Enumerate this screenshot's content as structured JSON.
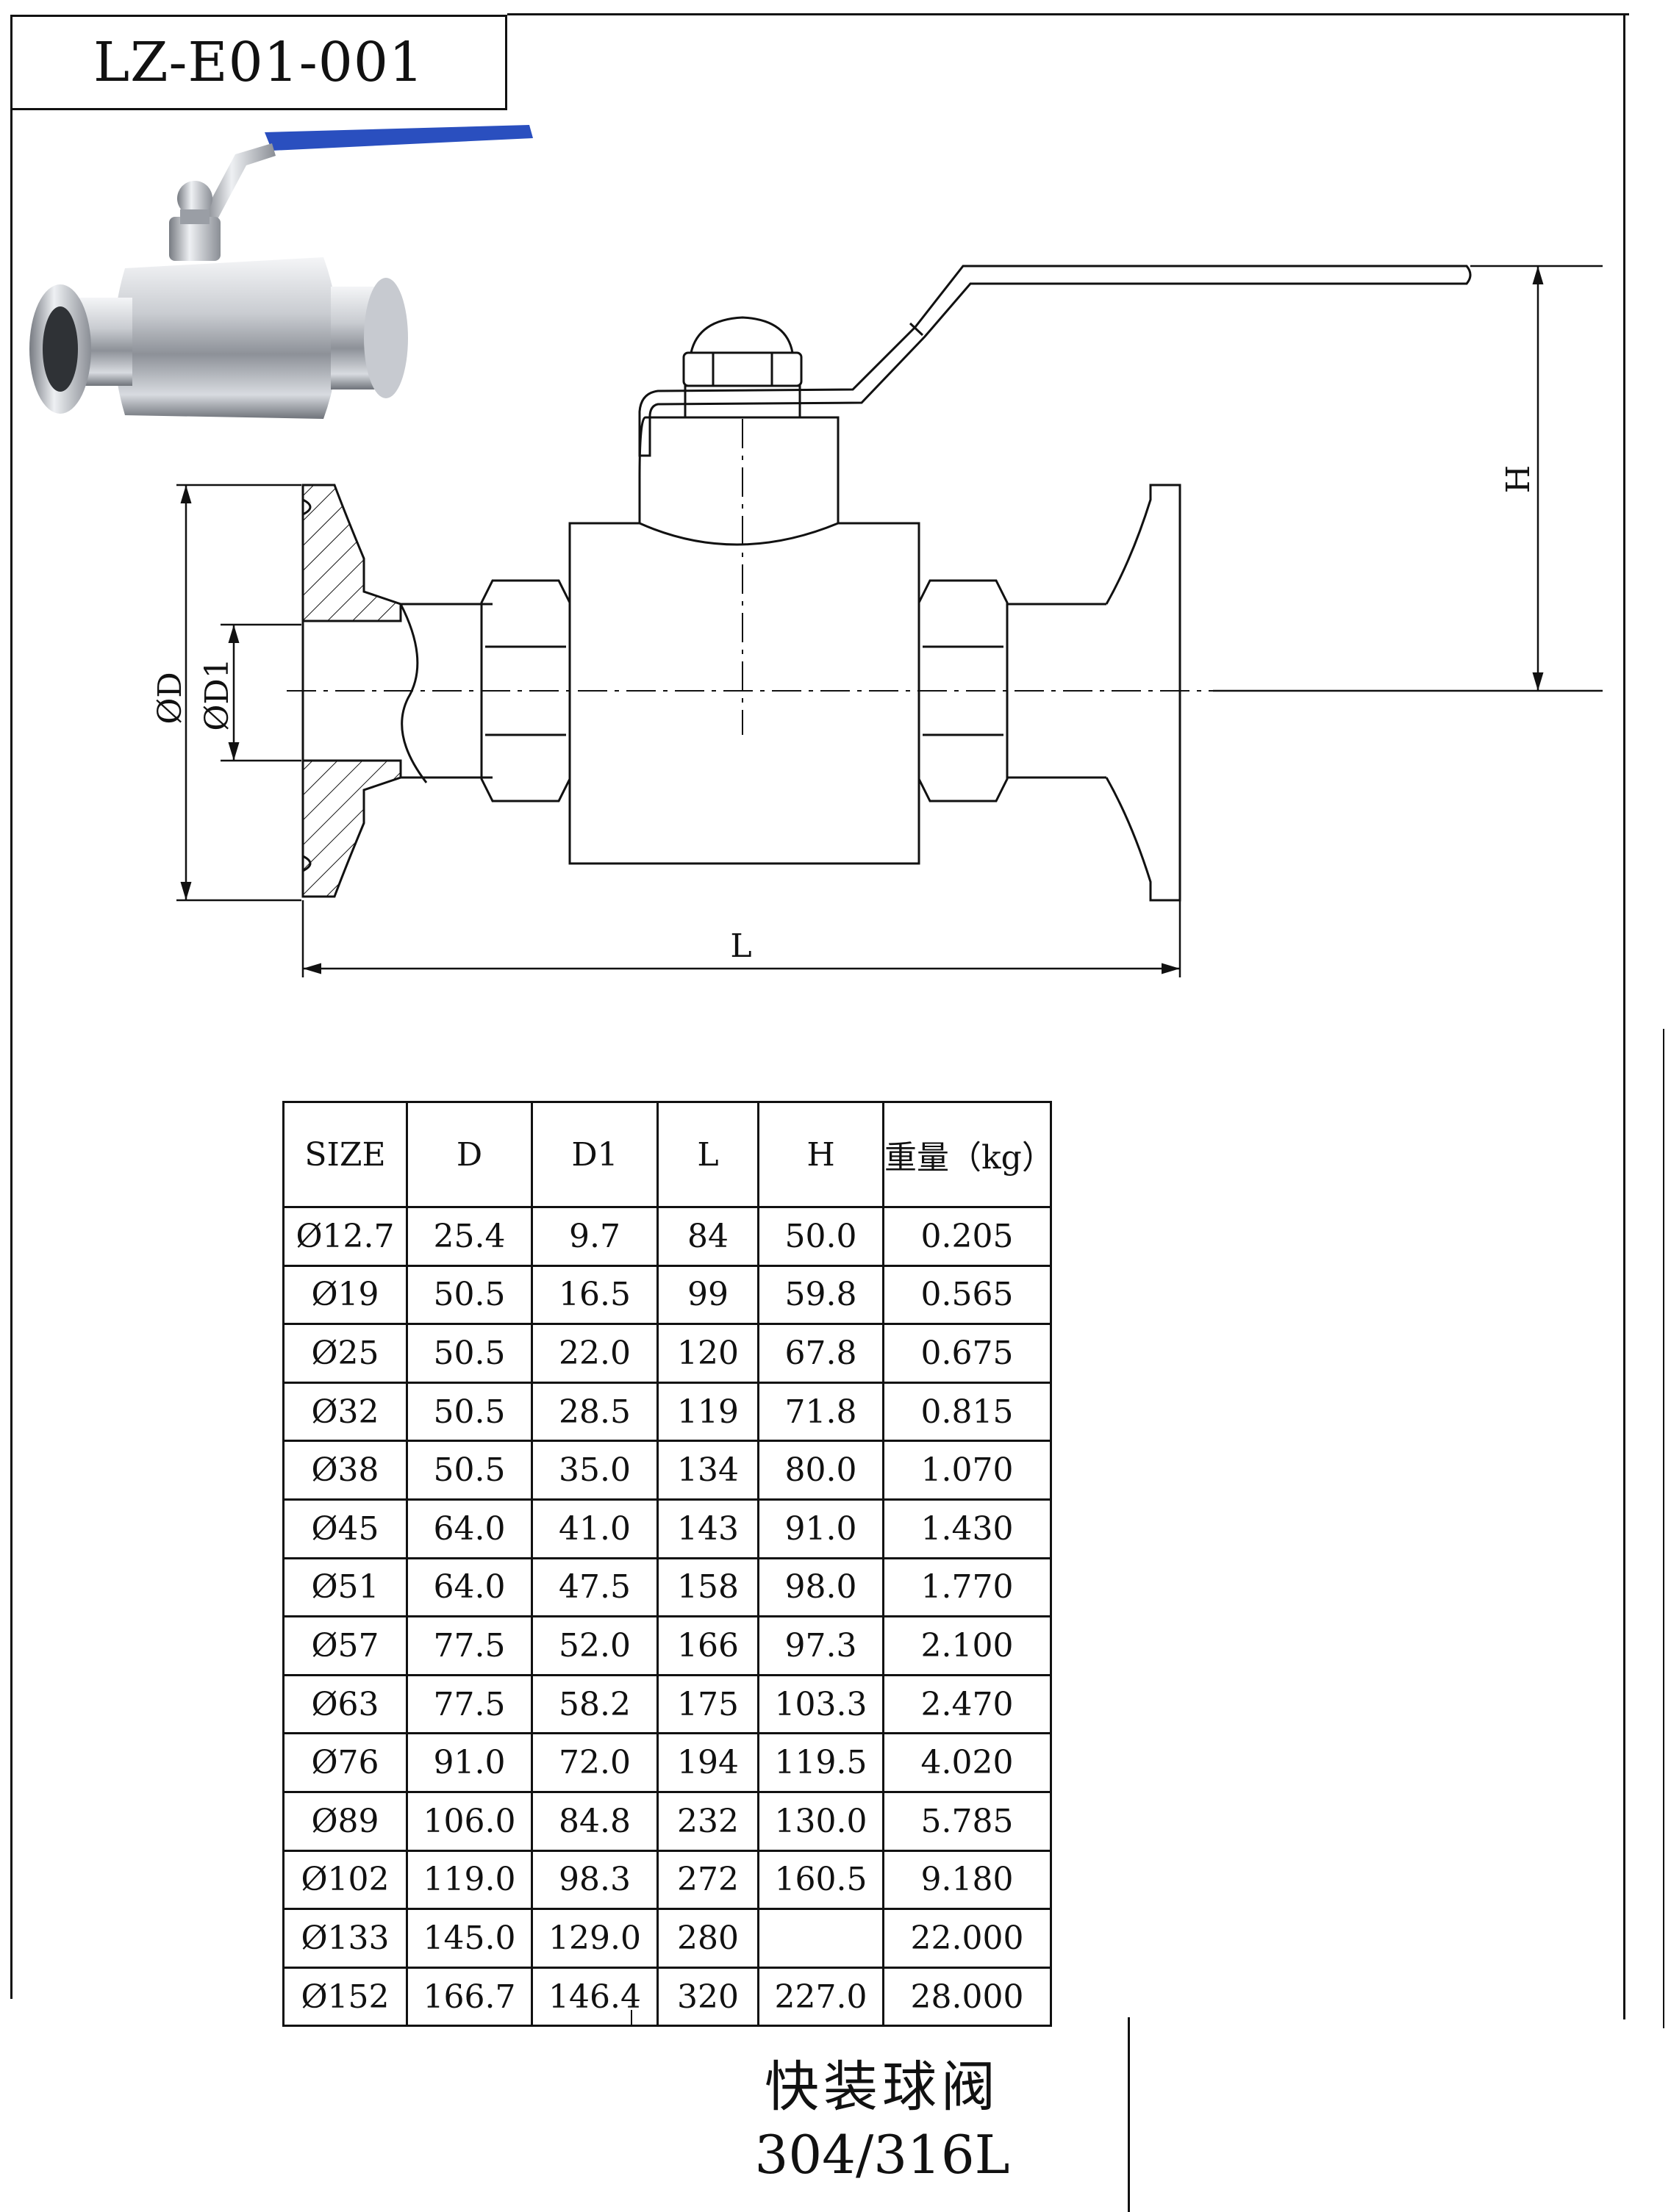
{
  "header": {
    "model_code": "LZ-E01-001"
  },
  "drawing": {
    "dimension_labels": {
      "d": "ØD",
      "d1": "ØD1",
      "l": "L",
      "h": "H"
    }
  },
  "table": {
    "headers": [
      "SIZE",
      "D",
      "D1",
      "L",
      "H",
      "重量（kg）"
    ],
    "rows": [
      [
        "Ø12.7",
        "25.4",
        "9.7",
        "84",
        "50.0",
        "0.205"
      ],
      [
        "Ø19",
        "50.5",
        "16.5",
        "99",
        "59.8",
        "0.565"
      ],
      [
        "Ø25",
        "50.5",
        "22.0",
        "120",
        "67.8",
        "0.675"
      ],
      [
        "Ø32",
        "50.5",
        "28.5",
        "119",
        "71.8",
        "0.815"
      ],
      [
        "Ø38",
        "50.5",
        "35.0",
        "134",
        "80.0",
        "1.070"
      ],
      [
        "Ø45",
        "64.0",
        "41.0",
        "143",
        "91.0",
        "1.430"
      ],
      [
        "Ø51",
        "64.0",
        "47.5",
        "158",
        "98.0",
        "1.770"
      ],
      [
        "Ø57",
        "77.5",
        "52.0",
        "166",
        "97.3",
        "2.100"
      ],
      [
        "Ø63",
        "77.5",
        "58.2",
        "175",
        "103.3",
        "2.470"
      ],
      [
        "Ø76",
        "91.0",
        "72.0",
        "194",
        "119.5",
        "4.020"
      ],
      [
        "Ø89",
        "106.0",
        "84.8",
        "232",
        "130.0",
        "5.785"
      ],
      [
        "Ø102",
        "119.0",
        "98.3",
        "272",
        "160.5",
        "9.180"
      ],
      [
        "Ø133",
        "145.0",
        "129.0",
        "280",
        "",
        "22.000"
      ],
      [
        "Ø152",
        "166.7",
        "146.4",
        "320",
        "227.0",
        "28.000"
      ]
    ]
  },
  "footer": {
    "product_name": "快装球阀",
    "material": "304/316L"
  },
  "colors": {
    "handle_grip": "#2a4fbf",
    "line": "#111111",
    "steel": "#b8bcc2"
  }
}
